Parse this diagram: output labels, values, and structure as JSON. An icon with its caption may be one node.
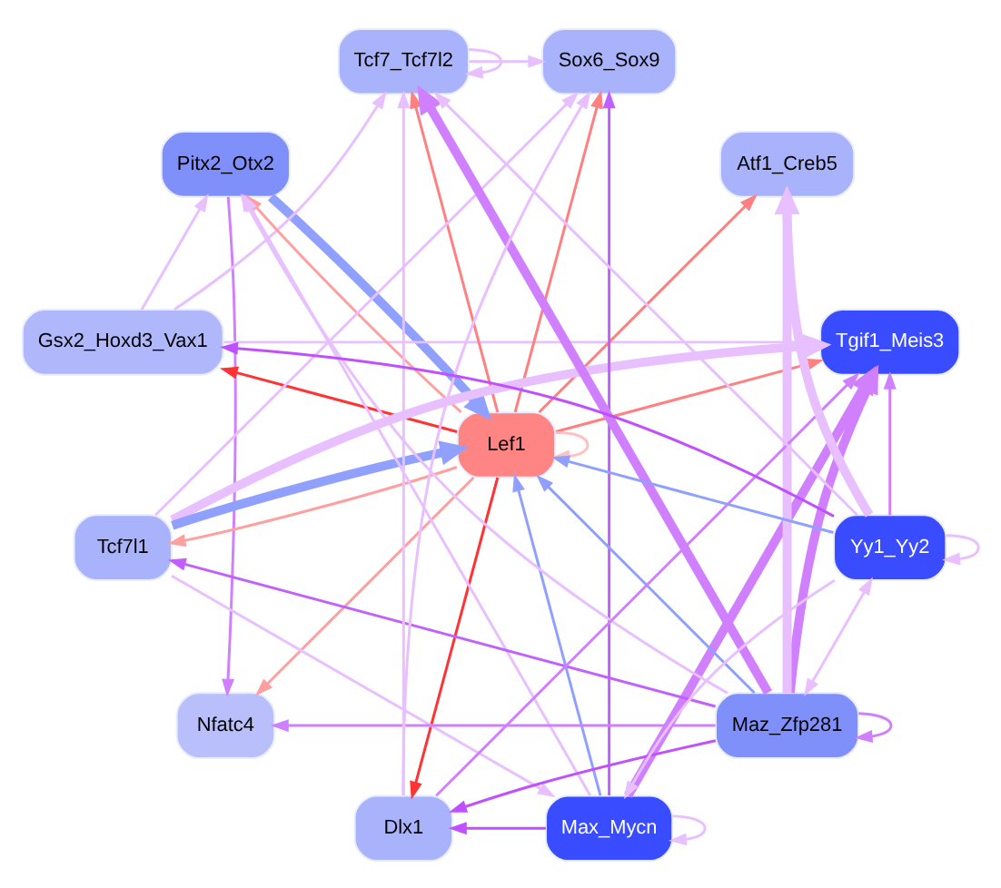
{
  "diagram": {
    "nodes": [
      {
        "text": [
          "Tgif1_Meis3"
        ]
      },
      {
        "text": [
          "Atf1_Creb5"
        ]
      },
      {
        "text": [
          "Sox6_Sox9"
        ]
      },
      {
        "text": [
          "Tcf7_Tcf7l2"
        ]
      },
      {
        "text": [
          "Pitx2_Otx2"
        ]
      },
      {
        "text": [
          "Gsx2_Hoxd3_Vax1"
        ]
      },
      {
        "text": [
          "Lef1"
        ]
      },
      {
        "text": [
          "Tcf7l1"
        ]
      },
      {
        "text": [
          "Max_Mycn"
        ]
      },
      {
        "text": [
          "Nfatc4"
        ]
      },
      {
        "text": [
          "Maz_Zfp281"
        ]
      },
      {
        "text": [
          "Dlx1"
        ]
      },
      {
        "text": [
          "Yy1_Yy2"
        ]
      }
    ],
    "edges": [
      {
        "from": 6,
        "to": 0,
        "arrow": "to",
        "color": "#ff8080"
      },
      {
        "from": 6,
        "to": 1,
        "arrow": "to",
        "color": "#ff8080"
      },
      {
        "from": 6,
        "to": 2,
        "arrow": "to",
        "color": "#ff8080"
      },
      {
        "from": 6,
        "to": 3,
        "arrow": "to",
        "color": "#ff8080"
      },
      {
        "from": 6,
        "to": 5,
        "arrow": "to",
        "color": "#ff3333"
      },
      {
        "from": 6,
        "to": 4,
        "arrow": "to",
        "color": "#ffa0a0"
      },
      {
        "from": 4,
        "to": 6,
        "arrow": "to",
        "color": "#90a0ff",
        "style": "thick"
      },
      {
        "from": 6,
        "to": 7,
        "arrow": "to",
        "color": "#ffa0a0"
      },
      {
        "from": 7,
        "to": 6,
        "arrow": "to",
        "color": "#90a0ff",
        "style": "thick"
      },
      {
        "from": 6,
        "to": 9,
        "arrow": "to",
        "color": "#ffa0a0"
      },
      {
        "from": 6,
        "to": 11,
        "arrow": "to",
        "color": "#ff3333"
      },
      {
        "from": 6,
        "to": 6,
        "arrow": "to",
        "color": "#ffc0c0"
      },
      {
        "from": 8,
        "to": 6,
        "arrow": "to",
        "color": "#90a0ff"
      },
      {
        "from": 10,
        "to": 6,
        "arrow": "to",
        "color": "#90a0ff"
      },
      {
        "from": 12,
        "to": 6,
        "arrow": "to",
        "color": "#90a0ff"
      },
      {
        "from": 3,
        "to": 3,
        "arrow": "to"
      },
      {
        "from": 8,
        "to": 8,
        "arrow": "to"
      },
      {
        "from": 10,
        "to": 10,
        "arrow": "to",
        "color": "#d080ff"
      },
      {
        "from": 12,
        "to": 12,
        "arrow": "to"
      },
      {
        "from": 5,
        "to": 3,
        "arrow": "to"
      },
      {
        "from": 3,
        "to": 2,
        "arrow": "to"
      },
      {
        "from": 5,
        "to": 4,
        "arrow": "to"
      },
      {
        "from": 7,
        "to": 8,
        "arrow": "to"
      },
      {
        "from": 10,
        "to": 9,
        "arrow": "to",
        "color": "#d080ff"
      },
      {
        "from": 10,
        "to": 7,
        "arrow": "to",
        "color": "#c060ff"
      },
      {
        "from": 10,
        "to": 11,
        "arrow": "to",
        "color": "#c050ff"
      },
      {
        "from": 12,
        "to": 5,
        "arrow": "to",
        "color": "#c050ff"
      },
      {
        "from": 8,
        "to": 2,
        "arrow": "to",
        "color": "#c060ff"
      },
      {
        "from": 8,
        "to": 11,
        "arrow": "to",
        "color": "#c050ff"
      },
      {
        "from": 10,
        "to": 0,
        "arrow": "to",
        "color": "#d080ff",
        "style": "thick"
      },
      {
        "from": 8,
        "to": 0,
        "arrow": "to",
        "color": "#d080ff",
        "style": "thick"
      },
      {
        "from": 12,
        "to": 0,
        "arrow": "to",
        "color": "#d080ff"
      },
      {
        "from": 7,
        "to": 0,
        "arrow": "to",
        "style": "thick"
      },
      {
        "from": 10,
        "to": 1,
        "arrow": "to",
        "style": "thick"
      },
      {
        "from": 12,
        "to": 1,
        "arrow": "to",
        "style": "thick"
      },
      {
        "from": 10,
        "to": 3,
        "arrow": "to",
        "color": "#d080ff",
        "style": "thick"
      },
      {
        "from": 12,
        "to": 3,
        "arrow": "to"
      },
      {
        "from": 11,
        "to": 3,
        "arrow": "to"
      },
      {
        "from": 4,
        "to": 9,
        "arrow": "to",
        "color": "#d080ff"
      },
      {
        "from": 12,
        "to": 8,
        "arrow": "to"
      },
      {
        "from": 10,
        "to": 12,
        "arrow": "both"
      },
      {
        "from": 7,
        "to": 2,
        "arrow": "to"
      },
      {
        "from": 11,
        "to": 2,
        "arrow": "to"
      },
      {
        "from": 11,
        "to": 0,
        "arrow": "to",
        "color": "#d080ff"
      },
      {
        "from": 8,
        "to": 4,
        "arrow": "to"
      },
      {
        "from": 10,
        "to": 4,
        "arrow": "to"
      },
      {
        "from": 5,
        "to": 0,
        "arrow": "to"
      }
    ]
  }
}
